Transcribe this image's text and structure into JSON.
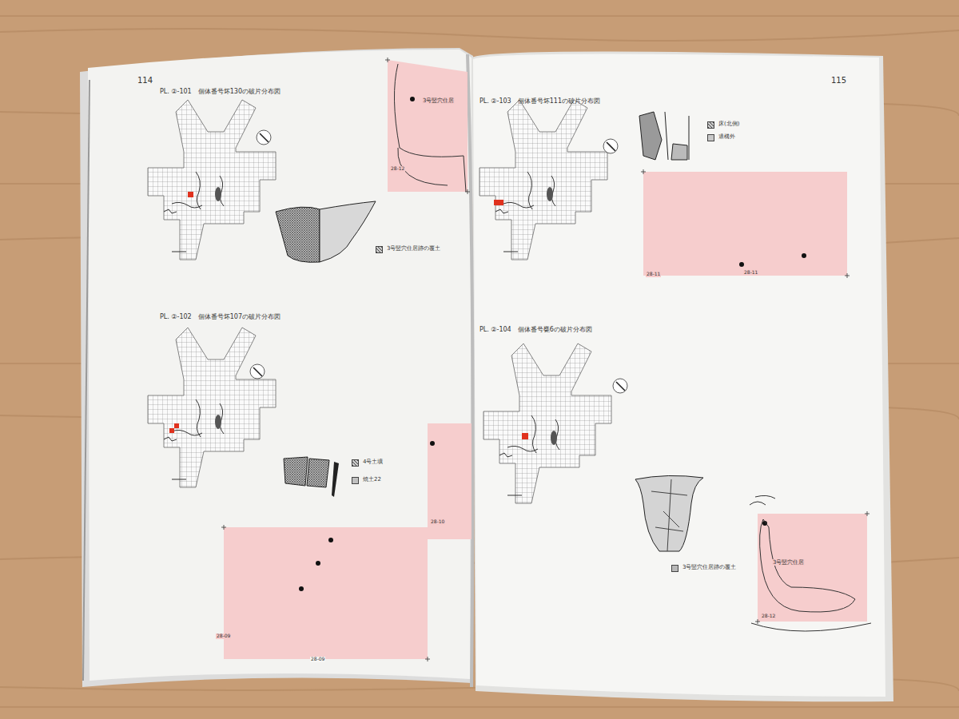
{
  "diagram": {
    "labels": [
      "114",
      "115",
      "PL. ②-101　個体番号坏130の破片分布図",
      "PL. ②-102　個体番号坏107の破片分布図",
      "PL. ②-103　個体番号坏111の破片分布図",
      "PL. ②-104　個体番号甕6の破片分布図",
      "3号竪穴住居",
      "28-12",
      "28-10",
      "28-09",
      "28-09",
      "28-11",
      "28-11",
      "3号竪穴住居",
      "28-12"
    ],
    "legend": [
      {
        "text": "3号竪穴住居跡の覆土"
      },
      {
        "text": "4号土壙"
      },
      {
        "text": "焼土22",
        "color": "#c0c0c0"
      },
      {
        "text": "床(北側)"
      },
      {
        "text": "遺構外",
        "color": "#c8c8c8"
      },
      {
        "text": "3号竪穴住居跡の覆土",
        "color": "#b8b8b8"
      }
    ]
  }
}
